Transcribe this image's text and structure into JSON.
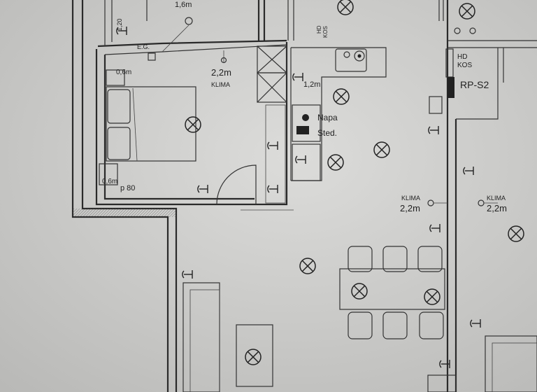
{
  "labels": {
    "top_height": "1,6m",
    "bed_height": "2,2m",
    "bed_kl": "KLIMA",
    "socket_06_top": "0,6m",
    "socket_06_bot": "0,6m",
    "floor_p": "p 80",
    "eg": "E.G.",
    "kitchen_12": "1,2m",
    "napa": "Napa",
    "sted": "Sted.",
    "hd_a": "HD",
    "kos_a": "KOS",
    "hd_b": "HD",
    "kos_b": "KOS",
    "rp": "RP-S2",
    "kl_mid": "KLIMA",
    "h_mid": "2,2m",
    "kl_right": "KLIMA",
    "h_right": "2,2m",
    "top_code": "1,20"
  },
  "colors": {
    "paper": "#cfcfcd",
    "ink": "#2a2a2a"
  }
}
